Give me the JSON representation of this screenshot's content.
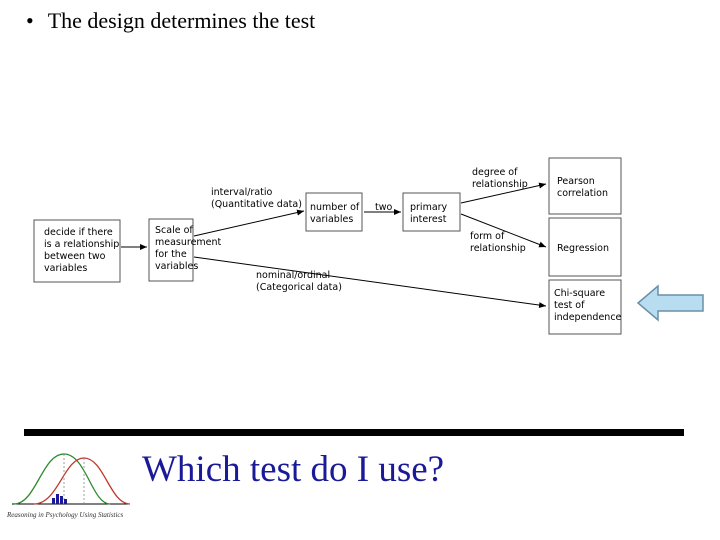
{
  "slide": {
    "bullet": "The design determines the test",
    "footer_title": "Which test do I use?",
    "logo_caption": "Reasoning in Psychology Using Statistics"
  },
  "diagram": {
    "nodes": {
      "decide": [
        "decide if there",
        "is a relationship",
        "between two",
        "variables"
      ],
      "scale": [
        "Scale of",
        "measurement",
        "for the",
        "variables"
      ],
      "numvars": [
        "number of",
        "variables"
      ],
      "primary": [
        "primary",
        "interest"
      ],
      "pearson": [
        "Pearson",
        "correlation"
      ],
      "regression": [
        "Regression"
      ],
      "chisq": [
        "Chi-square",
        "test of",
        "independence"
      ]
    },
    "edge_labels": {
      "interval": [
        "interval/ratio",
        "(Quantitative data)"
      ],
      "nominal": [
        "nominal/ordinal",
        "(Categorical data)"
      ],
      "two": [
        "two"
      ],
      "degree": [
        "degree of",
        "relationship"
      ],
      "form": [
        "form of",
        "relationship"
      ]
    }
  },
  "colors": {
    "footer_title": "#1a1a99",
    "nav_arrow_fill": "#b8dcf0",
    "nav_arrow_stroke": "#6a8fa8",
    "divider": "#000000",
    "box_stroke": "#555555"
  },
  "icons": {
    "nav_arrow": "left-arrow-icon",
    "logo": "distribution-curves-logo"
  }
}
